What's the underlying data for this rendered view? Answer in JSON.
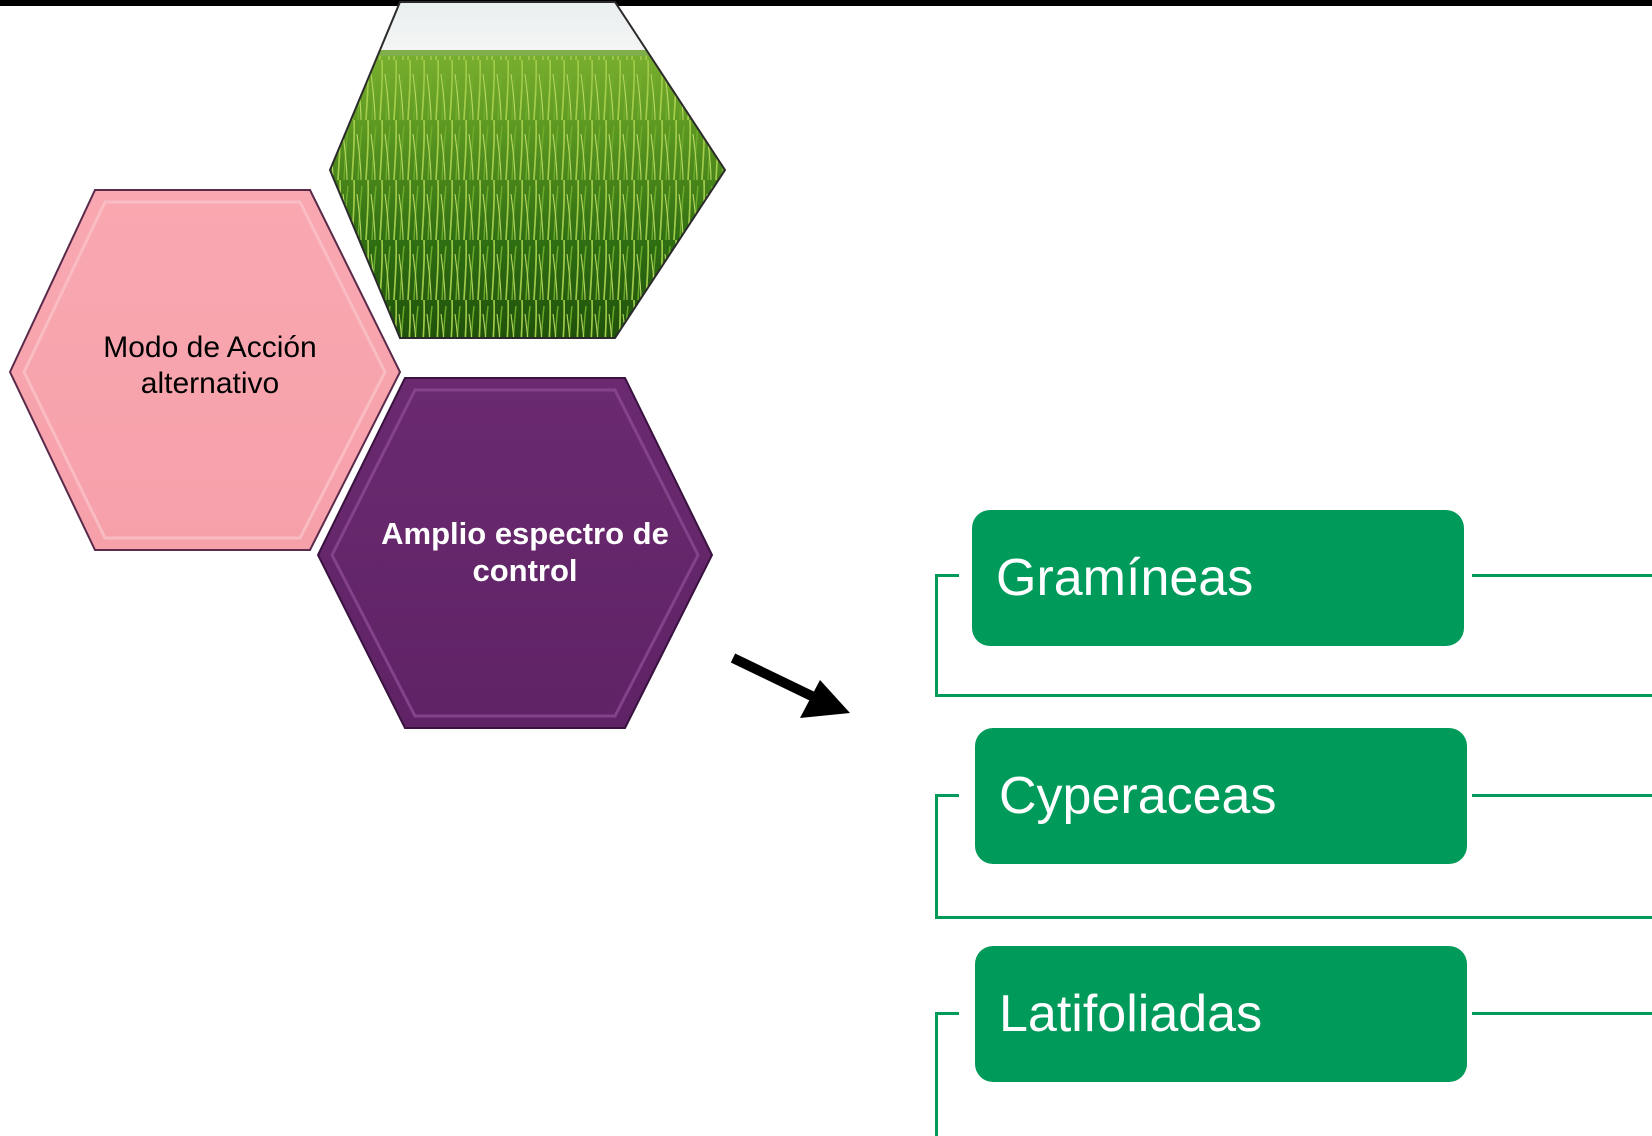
{
  "hexagons": {
    "image_alt": "rice-field-photo",
    "pink_label": "Modo de Acción alternativo",
    "purple_label": "Amplio espectro de control"
  },
  "weed_groups": [
    {
      "label": "Gramíneas"
    },
    {
      "label": "Cyperaceas"
    },
    {
      "label": "Latifoliadas"
    }
  ],
  "colors": {
    "pink": "#f8a5ae",
    "purple": "#67276b",
    "green": "#009a5b",
    "arrow": "#000000"
  }
}
